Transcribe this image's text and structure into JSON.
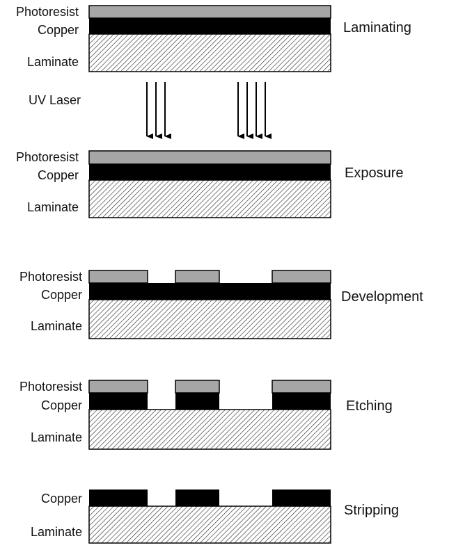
{
  "layers": {
    "photoresist": "Photoresist",
    "copper": "Copper",
    "laminate": "Laminate"
  },
  "light_source": "UV Laser",
  "stages": [
    {
      "name": "Laminating"
    },
    {
      "name": "Exposure"
    },
    {
      "name": "Development"
    },
    {
      "name": "Etching"
    },
    {
      "name": "Stripping"
    }
  ],
  "colors": {
    "photoresist": "#a6a6a6",
    "copper": "#000000",
    "laminate_hatch": "#333333",
    "laminate_bg": "#ffffff",
    "outline": "#000000"
  }
}
